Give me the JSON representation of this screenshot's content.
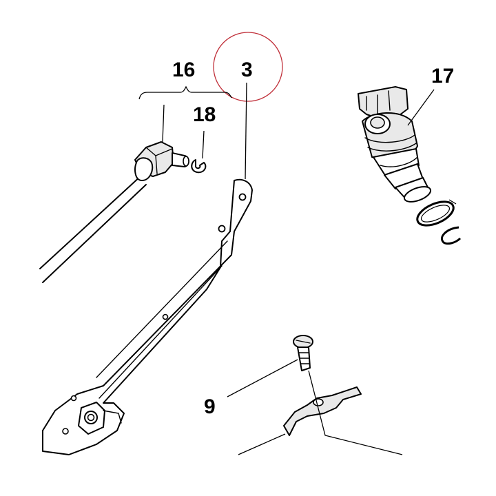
{
  "labels": {
    "part_16": "16",
    "part_3": "3",
    "part_18": "18",
    "part_17": "17",
    "part_9": "9"
  },
  "colors": {
    "ink": "#000000",
    "background": "#ffffff",
    "highlight_circle": "#c0303a"
  }
}
